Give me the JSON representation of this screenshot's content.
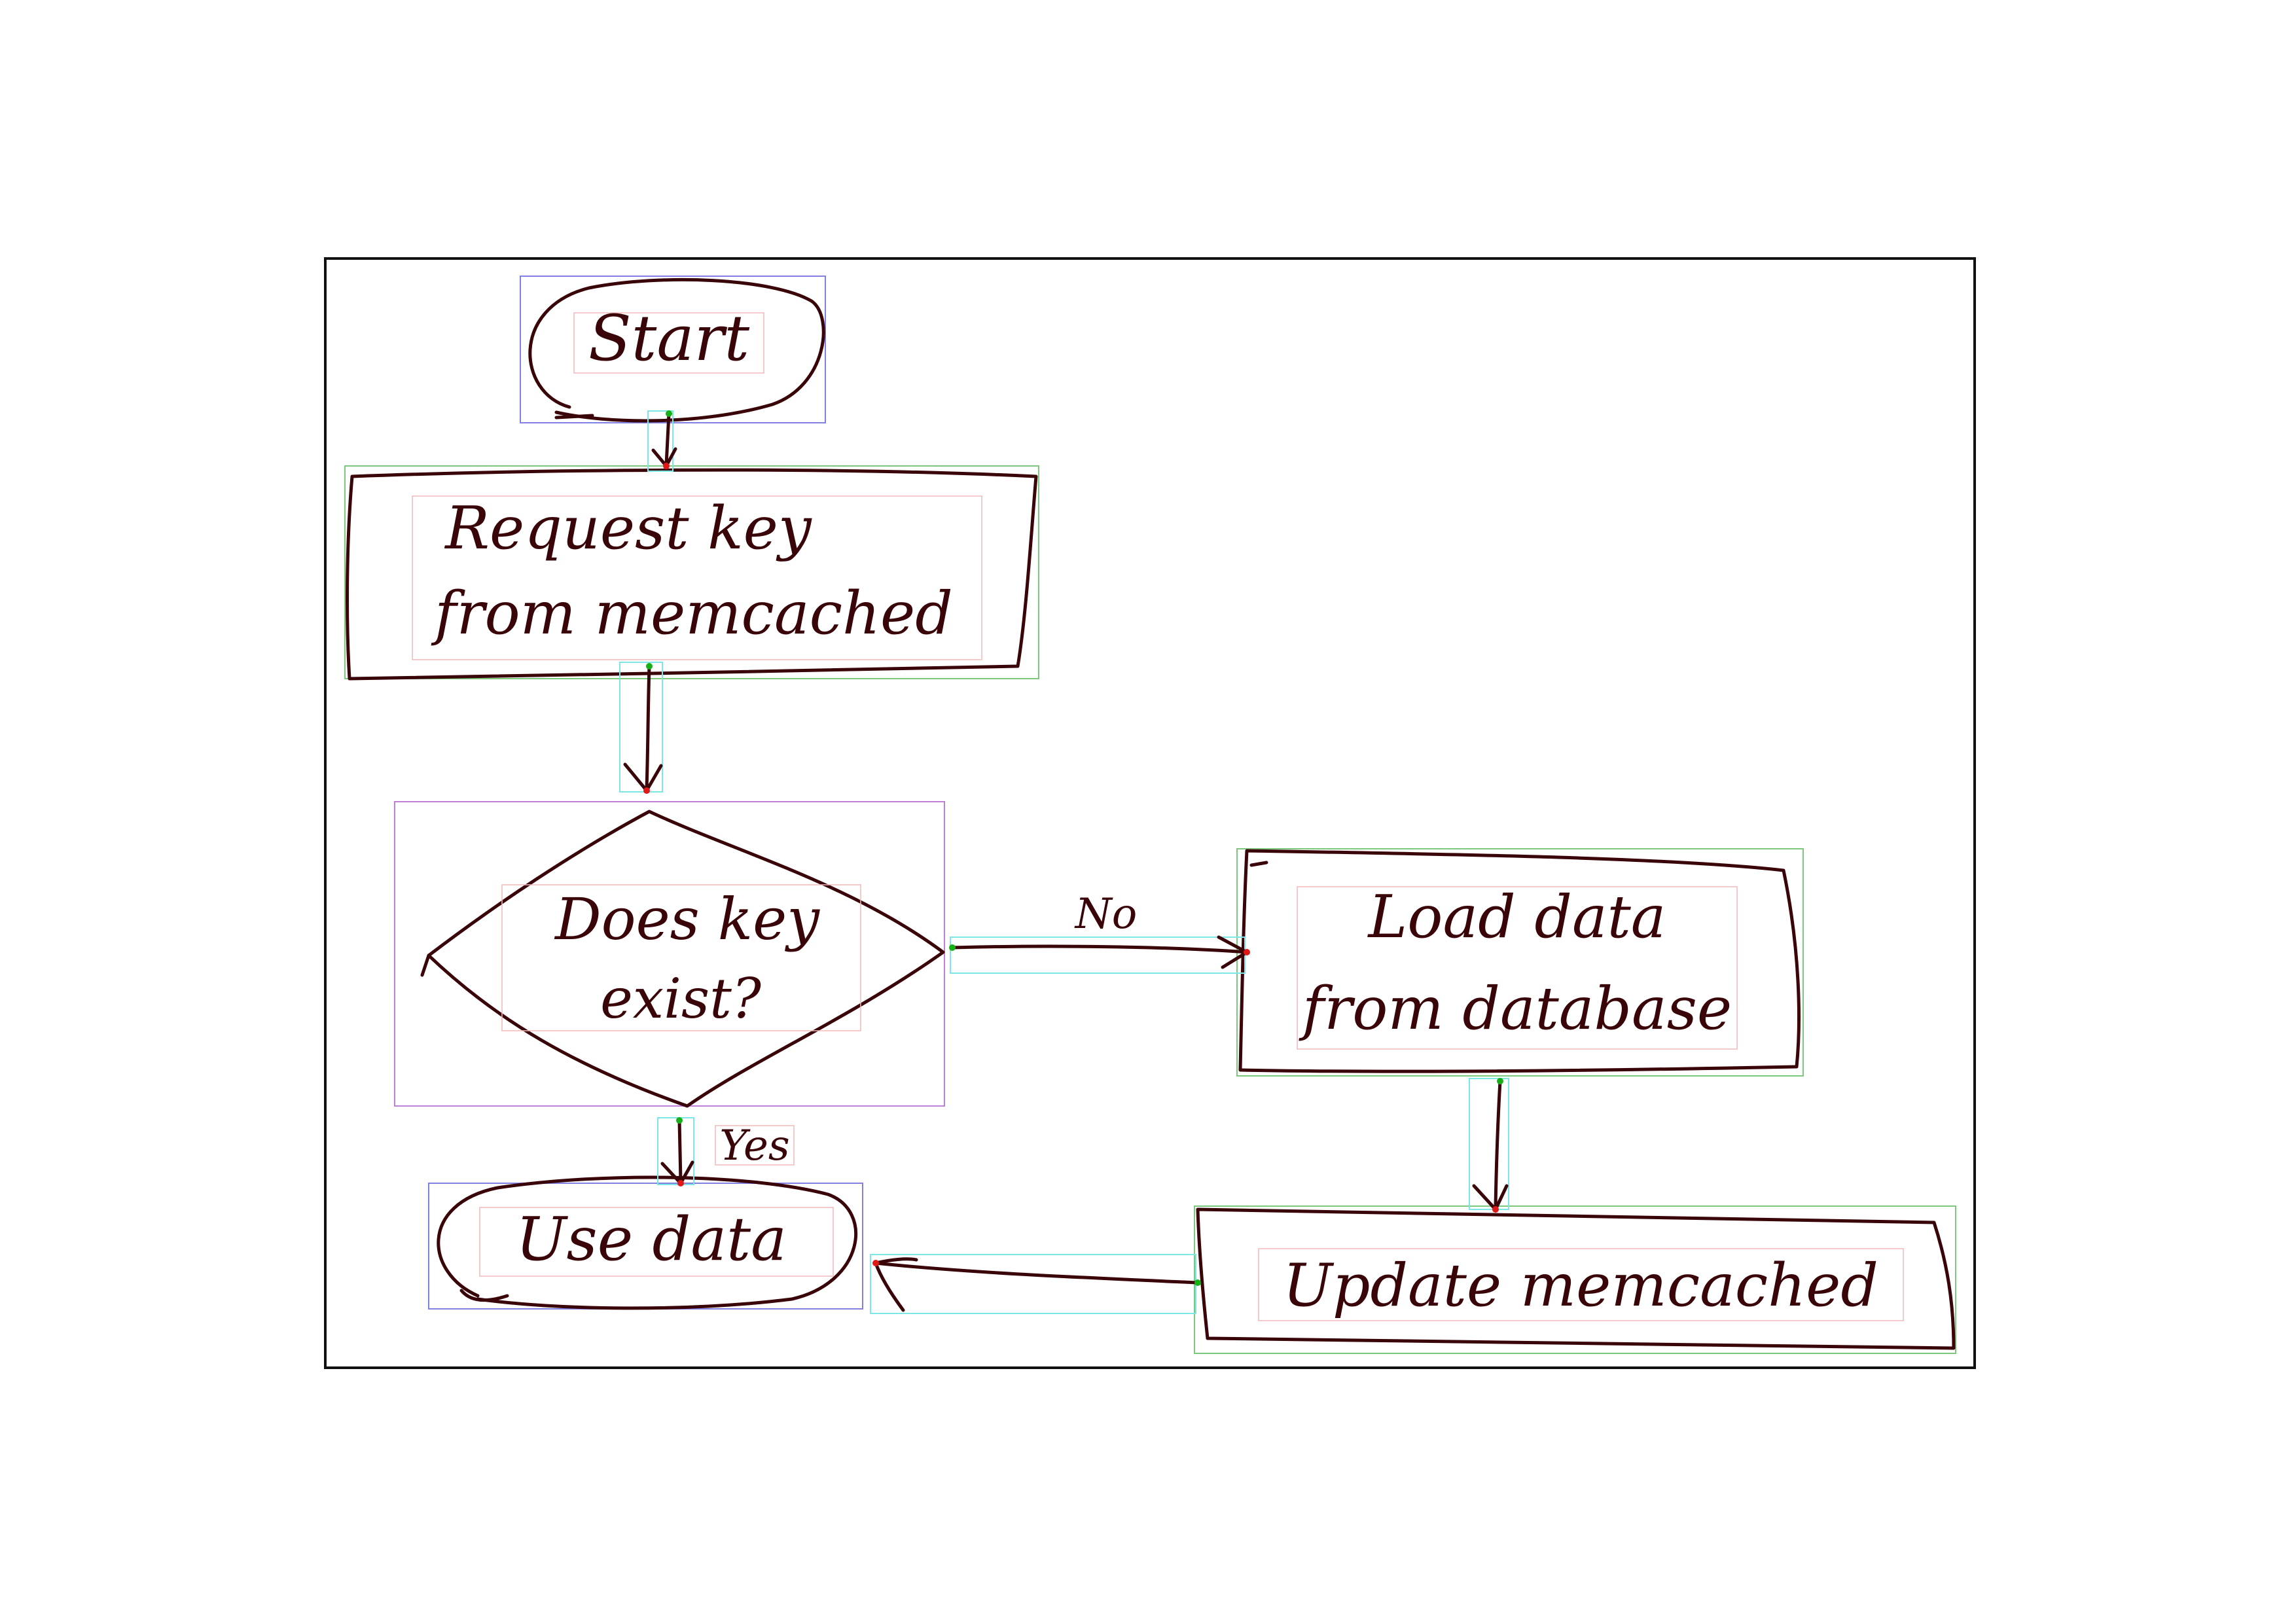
{
  "nodes": {
    "start": {
      "text": "Start",
      "shape": "ellipse"
    },
    "request": {
      "line1": "Request key",
      "line2": "from memcached",
      "shape": "rectangle"
    },
    "decision": {
      "line1": "Does key",
      "line2": "exist?",
      "shape": "diamond"
    },
    "load": {
      "line1": "Load data",
      "line2": "from database",
      "shape": "rectangle"
    },
    "use": {
      "text": "Use data",
      "shape": "ellipse"
    },
    "update": {
      "text": "Update memcached",
      "shape": "rectangle"
    }
  },
  "edges": [
    {
      "from": "start",
      "to": "request"
    },
    {
      "from": "request",
      "to": "decision"
    },
    {
      "from": "decision",
      "to": "load",
      "label": "No"
    },
    {
      "from": "decision",
      "to": "use",
      "label": "Yes"
    },
    {
      "from": "load",
      "to": "update"
    },
    {
      "from": "update",
      "to": "use"
    }
  ],
  "edge_labels": {
    "no": "No",
    "yes": "Yes"
  },
  "colors": {
    "ink": "#3a0508",
    "frame": "#111111",
    "bbox_terminal": "#8080e0",
    "bbox_process": "#7cc87c",
    "bbox_decision": "#c080d8",
    "bbox_text": "#f0b8b8",
    "bbox_arrow": "#7de6e6",
    "arrow_tail_dot": "#18b018",
    "arrow_head_dot": "#e01818"
  }
}
